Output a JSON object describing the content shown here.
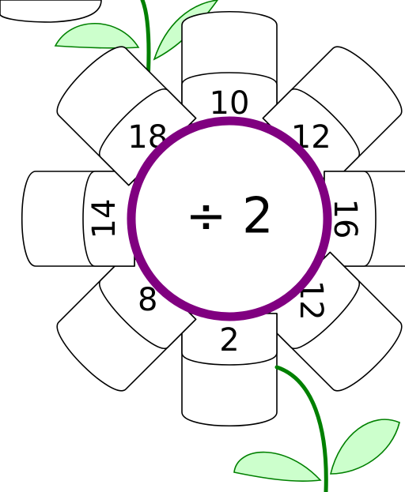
{
  "center": {
    "label": "÷ 2",
    "ring_color": "#800080"
  },
  "petals": [
    {
      "id": "top",
      "value": "10"
    },
    {
      "id": "top-right",
      "value": "12"
    },
    {
      "id": "right",
      "value": "16"
    },
    {
      "id": "bottom-right",
      "value": "12"
    },
    {
      "id": "bottom",
      "value": "2"
    },
    {
      "id": "bottom-left",
      "value": "8"
    },
    {
      "id": "left",
      "value": "14"
    },
    {
      "id": "top-left",
      "value": "18"
    }
  ],
  "colors": {
    "leaf_fill": "#ccffcc",
    "stem": "#008000",
    "outline": "#000000",
    "background": "#ffffff"
  }
}
